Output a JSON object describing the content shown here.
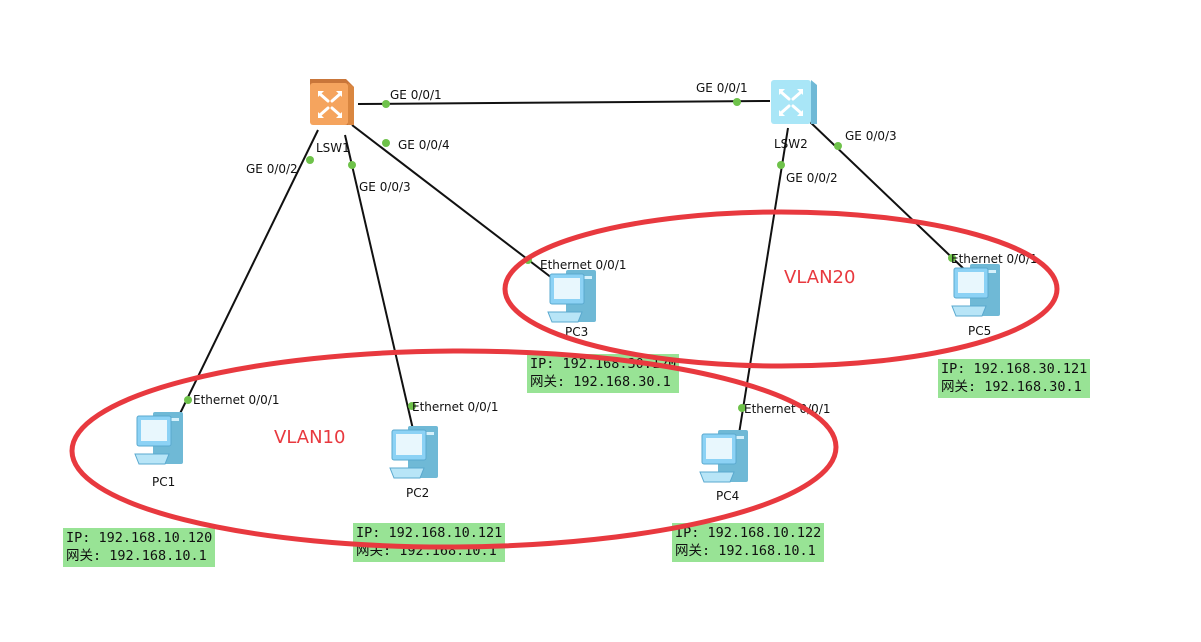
{
  "colors": {
    "link": "#111111",
    "port_dot": "#6ec24a",
    "vlan_ring": "#e8393f",
    "ip_label_bg": "#98e395",
    "lsw1_body": "#f5a45e",
    "lsw2_body": "#a9e6f7",
    "pc_body": "#8cd2f5"
  },
  "switches": [
    {
      "id": "lsw1",
      "name": "LSW1",
      "icon": "switch-icon"
    },
    {
      "id": "lsw2",
      "name": "LSW2",
      "icon": "switch-icon"
    }
  ],
  "pcs": [
    {
      "id": "pc1",
      "name": "PC1",
      "icon": "pc-icon"
    },
    {
      "id": "pc2",
      "name": "PC2",
      "icon": "pc-icon"
    },
    {
      "id": "pc3",
      "name": "PC3",
      "icon": "pc-icon"
    },
    {
      "id": "pc4",
      "name": "PC4",
      "icon": "pc-icon"
    },
    {
      "id": "pc5",
      "name": "PC5",
      "icon": "pc-icon"
    }
  ],
  "ports": {
    "lsw1_ge001": "GE 0/0/1",
    "lsw1_ge002": "GE 0/0/2",
    "lsw1_ge003": "GE 0/0/3",
    "lsw1_ge004": "GE 0/0/4",
    "lsw2_ge001": "GE 0/0/1",
    "lsw2_ge002": "GE 0/0/2",
    "lsw2_ge003": "GE 0/0/3",
    "pc1_eth": "Ethernet 0/0/1",
    "pc2_eth": "Ethernet 0/0/1",
    "pc3_eth": "Ethernet 0/0/1",
    "pc4_eth": "Ethernet 0/0/1",
    "pc5_eth": "Ethernet 0/0/1"
  },
  "ip_labels": {
    "pc1": {
      "ip": "IP: 192.168.10.120",
      "gw": "网关: 192.168.10.1"
    },
    "pc2": {
      "ip": "IP: 192.168.10.121",
      "gw": "网关: 192.168.10.1"
    },
    "pc3": {
      "ip": "IP: 192.168.30.120",
      "gw": "网关: 192.168.30.1"
    },
    "pc4": {
      "ip": "IP: 192.168.10.122",
      "gw": "网关: 192.168.10.1"
    },
    "pc5": {
      "ip": "IP: 192.168.30.121",
      "gw": "网关: 192.168.30.1"
    }
  },
  "vlans": {
    "vlan10": "VLAN10",
    "vlan20": "VLAN20"
  }
}
